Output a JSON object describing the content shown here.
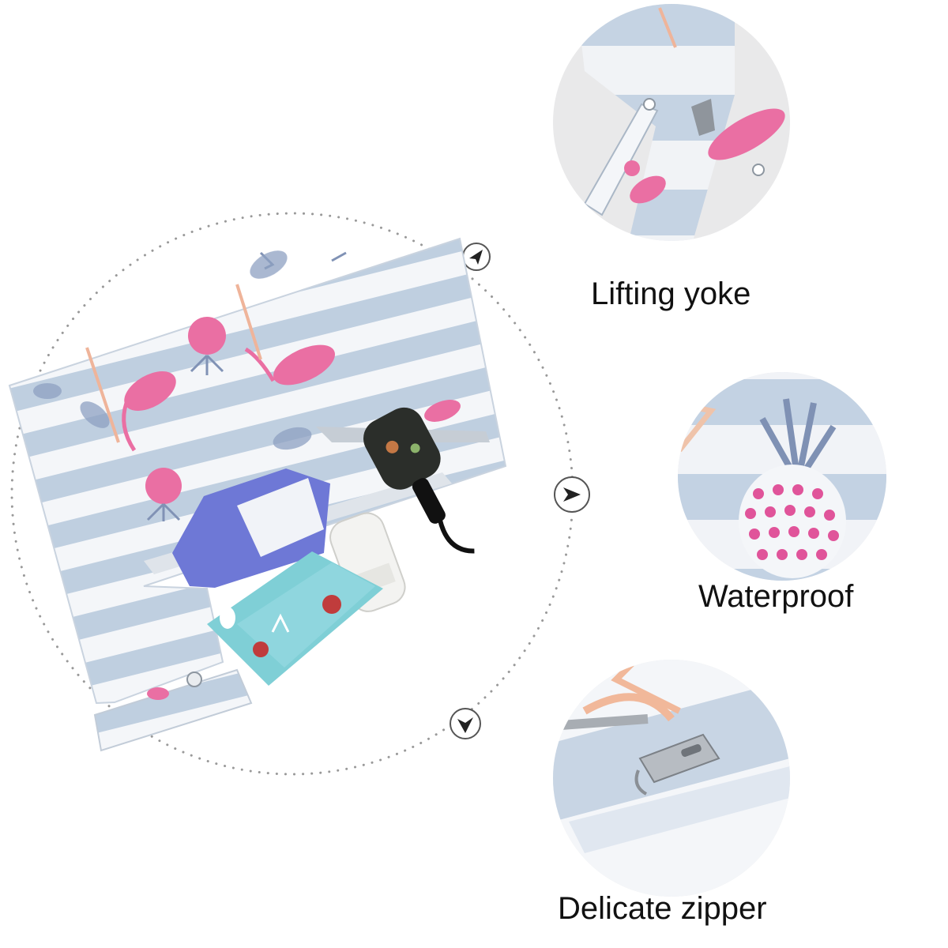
{
  "features": [
    {
      "label": "Lifting yoke"
    },
    {
      "label": "Waterproof"
    },
    {
      "label": "Delicate zipper"
    }
  ],
  "icons": [
    "arrow-marker-icon",
    "arrow-marker-icon",
    "arrow-marker-icon"
  ],
  "colors": {
    "stripe_blue": "#bfcfe0",
    "stripe_white": "#f4f6f9",
    "flamingo_pink": "#ea6fa3",
    "pineapple_leaf": "#7f91b4",
    "circle_bg": "#e9e9ea",
    "dotted_line": "#999999"
  }
}
